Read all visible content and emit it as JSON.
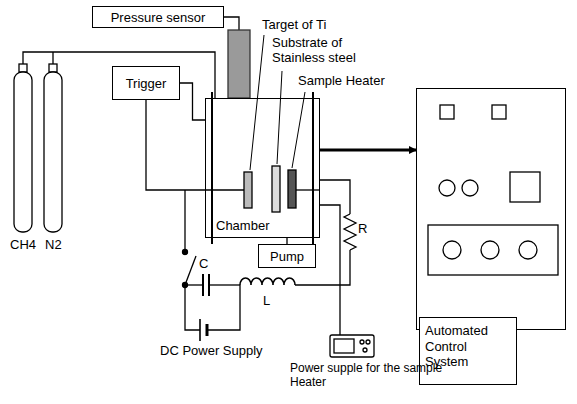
{
  "diagram": {
    "nodes": [
      {
        "text": [
          "Pressure sensor"
        ]
      },
      {
        "text": [
          "Trigger"
        ]
      },
      {
        "text": [
          "Chamber"
        ]
      },
      {
        "text": [
          "Pump"
        ]
      },
      {
        "text": [
          "Automated Control System"
        ]
      }
    ],
    "edges": [
      {
        "from": 1,
        "to": 2,
        "arrow": "none"
      },
      {
        "from": 2,
        "to": 3,
        "arrow": "none"
      },
      {
        "from": 2,
        "to": 4,
        "arrow": "to"
      }
    ],
    "labels": [
      "Target of Ti",
      "Substrate of Stainless steel",
      "Sample Heater",
      "CH4",
      "N2",
      "C",
      "L",
      "R",
      "DC Power Supply",
      "Power supple for the sample Heater"
    ]
  }
}
